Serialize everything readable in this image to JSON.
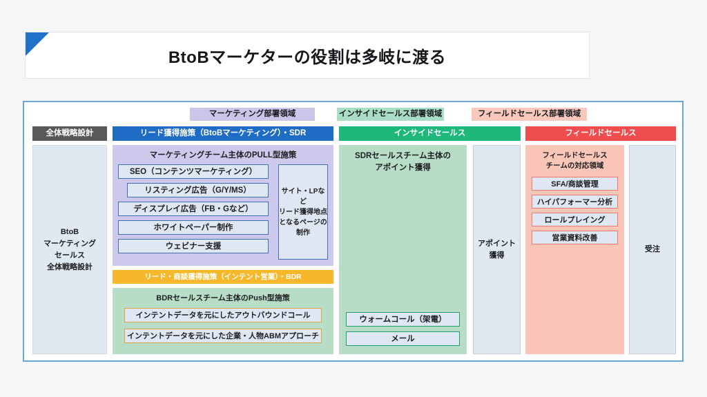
{
  "page": {
    "background_color": "#f5f6f8"
  },
  "title_card": {
    "title": "BtoBマーケターの役割は多岐に渡る",
    "corner_color": "#2072c8"
  },
  "diagram": {
    "frame_border_color": "#6ba3dd",
    "legend": [
      {
        "label": "マーケティング部署領域",
        "color": "#c9c6ea"
      },
      {
        "label": "インサイドセールス部署領域",
        "color": "#a9ddc4"
      },
      {
        "label": "フィールドセールス部署領域",
        "color": "#f9c7bb"
      }
    ],
    "headers": [
      {
        "label": "全体戦略設計",
        "color": "#595959"
      },
      {
        "label": "リード獲得施策（BtoBマーケティング）・SDR",
        "color": "#1f6cc4"
      },
      {
        "label": "インサイドセールス",
        "color": "#1db87a"
      },
      {
        "label": "フィールドセールス",
        "color": "#ef4d4d"
      }
    ],
    "strategy_column": {
      "lines": [
        "BtoB",
        "マーケティング",
        "セールス",
        "全体戦略設計"
      ]
    },
    "pull_block": {
      "title": "マーケティングチーム主体のPULL型施策",
      "items": [
        {
          "label": "SEO（コンテンツマーケティング）",
          "indented": false
        },
        {
          "label": "リスティング広告（G/Y/MS）",
          "indented": true
        },
        {
          "label": "ディスプレイ広告（FB・Gなど）",
          "indented": false
        },
        {
          "label": "ホワイトペーパー制作",
          "indented": false
        },
        {
          "label": "ウェビナー支援",
          "indented": false
        }
      ],
      "side_note_lines": [
        "サイト・LPなど",
        "リード獲得地点",
        "となるページの",
        "制作"
      ]
    },
    "bdr_bar": {
      "label": "リード・商談獲得施策（インテント営業）・BDR",
      "color": "#f7b72b"
    },
    "push_block": {
      "title": "BDRセールスチーム主体のPush型施策",
      "items": [
        "インテントデータを元にしたアウトバウンドコール",
        "インテントデータを元にした企業・人物ABMアプローチ"
      ]
    },
    "inside_column": {
      "title_lines": [
        "SDRセールスチーム主体の",
        "アポイント獲得"
      ],
      "items": [
        "ウォームコール（架電）",
        "メール"
      ]
    },
    "appoint_column": {
      "lines": [
        "アポイント",
        "獲得"
      ]
    },
    "field_column": {
      "title_lines": [
        "フィールドセールス",
        "チームの対応領域"
      ],
      "items": [
        "SFA/商談管理",
        "ハイパフォーマー分析",
        "ロールプレイング",
        "営業資料改善"
      ]
    },
    "order_column": {
      "lines": [
        "受注"
      ]
    }
  }
}
